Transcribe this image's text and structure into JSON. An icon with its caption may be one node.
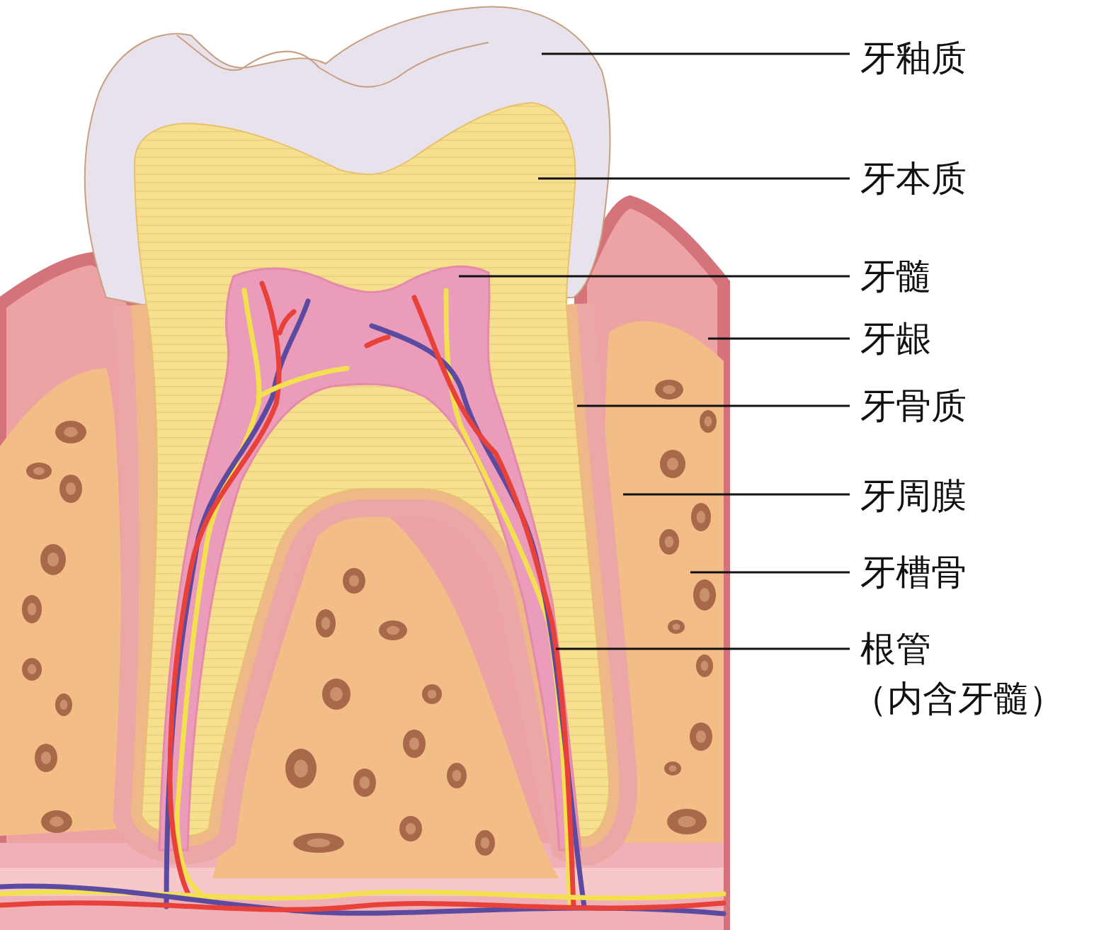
{
  "diagram": {
    "nodes": [
      {
        "text": [
          "牙釉质"
        ]
      },
      {
        "text": [
          "牙本质"
        ]
      },
      {
        "text": [
          "牙髓"
        ]
      },
      {
        "text": [
          "牙龈"
        ]
      },
      {
        "text": [
          "牙骨质"
        ]
      },
      {
        "text": [
          "牙周膜"
        ]
      },
      {
        "text": [
          "牙槽骨"
        ]
      },
      {
        "text": [
          "根管",
          "（内含牙髓）"
        ]
      }
    ],
    "edges": [
      {
        "from": 0,
        "to": null,
        "arrow": "none"
      },
      {
        "from": 1,
        "to": null,
        "arrow": "none"
      },
      {
        "from": 2,
        "to": null,
        "arrow": "none"
      },
      {
        "from": 3,
        "to": null,
        "arrow": "none"
      },
      {
        "from": 4,
        "to": null,
        "arrow": "none"
      },
      {
        "from": 5,
        "to": null,
        "arrow": "none"
      },
      {
        "from": 6,
        "to": null,
        "arrow": "none"
      },
      {
        "from": 7,
        "to": null,
        "arrow": "none"
      }
    ]
  }
}
